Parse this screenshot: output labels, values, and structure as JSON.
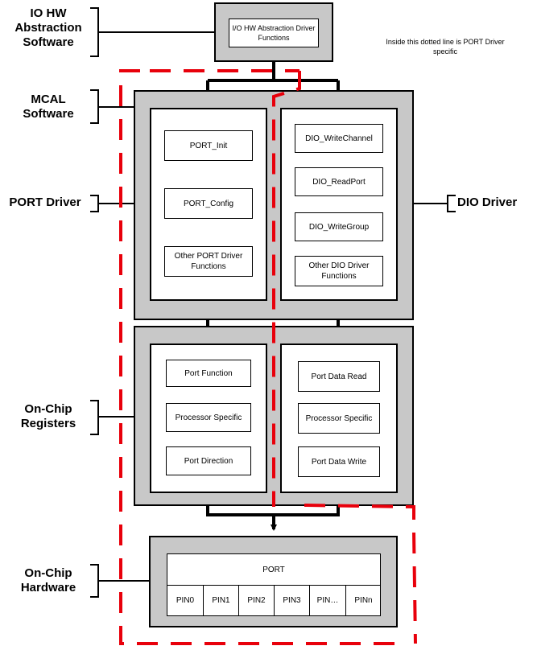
{
  "labels": {
    "io_hw": "IO HW\nAbstraction\nSoftware",
    "mcal": "MCAL\nSoftware",
    "port_driver": "PORT Driver",
    "dio_driver": "DIO Driver",
    "on_chip_registers": "On-Chip\nRegisters",
    "on_chip_hardware": "On-Chip\nHardware"
  },
  "io_abstraction_box": "I/O HW Abstraction Driver Functions",
  "note": "Inside this dotted line is PORT Driver specific",
  "port_driver_functions": [
    "PORT_Init",
    "PORT_Config",
    "Other PORT Driver Functions"
  ],
  "dio_driver_functions": [
    "DIO_WriteChannel",
    "DIO_ReadPort",
    "DIO_WriteGroup",
    "Other  DIO Driver Functions"
  ],
  "port_registers": [
    "Port Function",
    "Processor Specific",
    "Port Direction"
  ],
  "dio_registers": [
    "Port Data Read",
    "Processor Specific",
    "Port Data Write"
  ],
  "hardware": {
    "port_label": "PORT",
    "pins": [
      "PIN0",
      "PIN1",
      "PIN2",
      "PIN3",
      "PIN…",
      "PINn"
    ]
  },
  "colors": {
    "layer_fill": "#c8c8c8",
    "dashed_boundary": "#e8000b",
    "line": "#000000"
  }
}
